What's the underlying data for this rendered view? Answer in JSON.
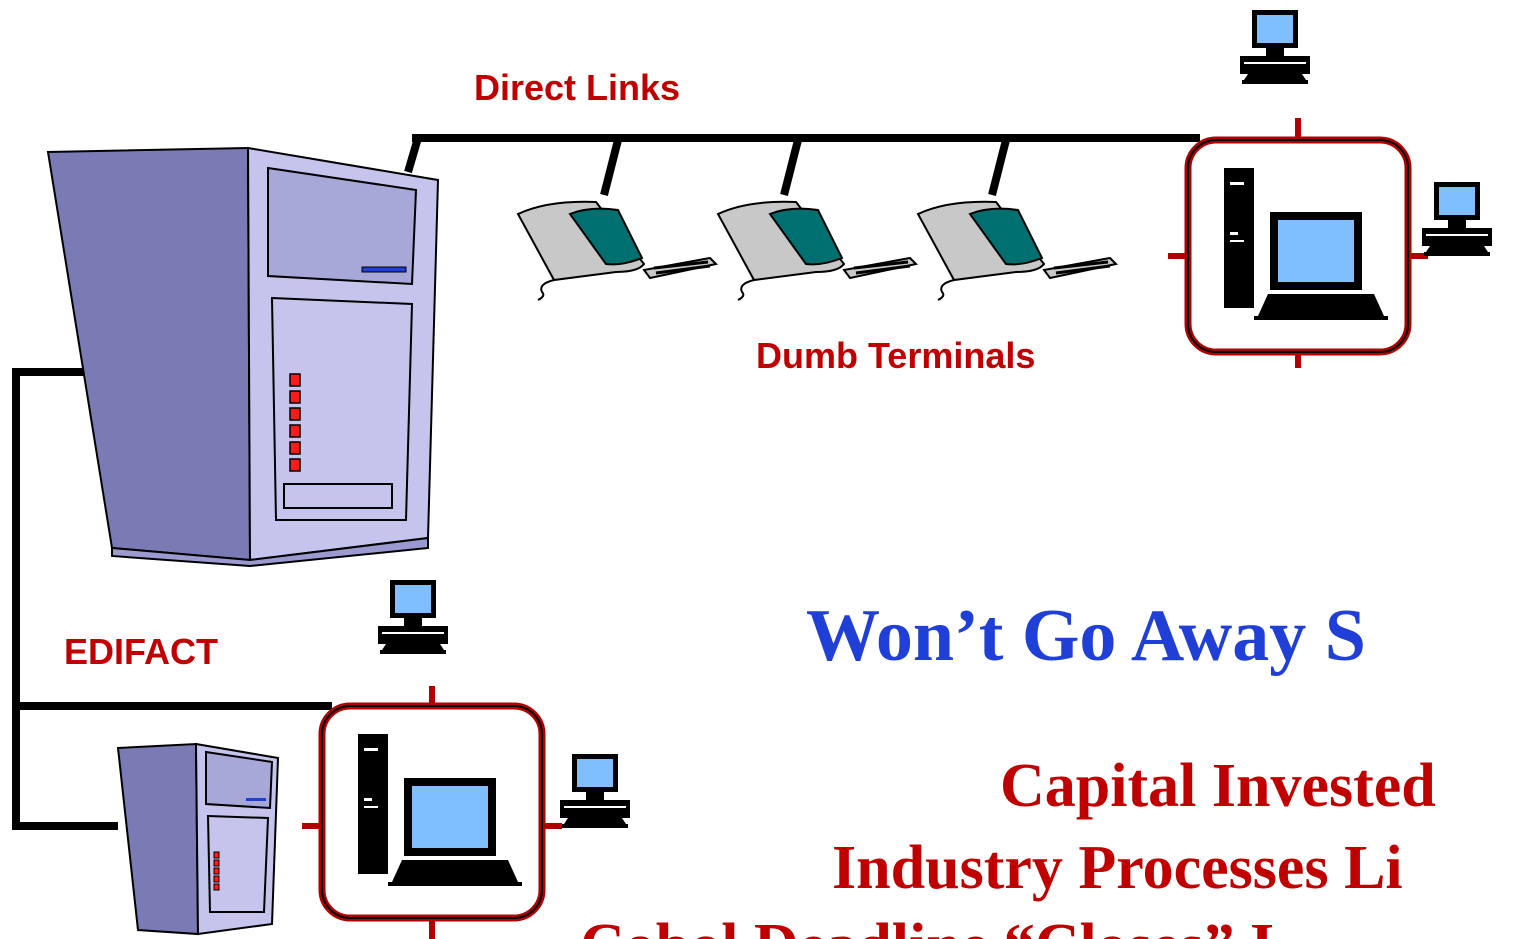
{
  "labels": {
    "direct_links": "Direct Links",
    "dumb_terminals": "Dumb Terminals",
    "edifact": "EDIFACT"
  },
  "headline": "Won’t Go Away S",
  "sub_lines": {
    "line1": "Capital Invested",
    "line2": "Industry Processes Li",
    "line3": "Cobol Deadline “Closes” I"
  },
  "colors": {
    "label_red": "#c00000",
    "headline_blue": "#1f3fd6",
    "mainframe_front": "#c4c4ec",
    "mainframe_side": "#7a7ab4",
    "terminal_shell": "#c8c8c8",
    "terminal_screen": "#006f6f",
    "monitor_screen": "#7fbfff",
    "network_frame": "#b00000"
  },
  "icons": {
    "mainframe": "mainframe-server-icon",
    "dumb_terminal": "dumb-terminal-icon",
    "workstation": "desktop-computer-icon",
    "network_node": "lan-node-icon"
  }
}
